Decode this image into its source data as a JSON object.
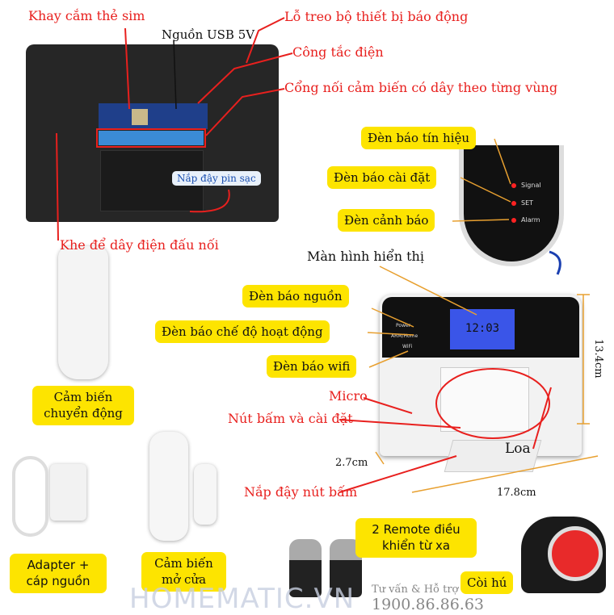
{
  "labels": {
    "sim_tray": "Khay cắm thẻ sim",
    "usb_power": "Nguồn USB 5V",
    "hanging_hole": "Lỗ treo bộ thiết bị báo động",
    "power_switch": "Công tắc điện",
    "wired_port": "Cổng nối cảm biến có dây theo từng vùng",
    "battery_cover": "Nắp đậy pin sạc",
    "wire_slot": "Khe để dây điện đấu nối",
    "signal_led": "Đèn báo tín hiệu",
    "set_led": "Đèn báo cài đặt",
    "alarm_led": "Đèn cảnh báo",
    "display": "Màn hình hiển thị",
    "power_led": "Đèn báo nguồn",
    "mode_led": "Đèn báo chế độ hoạt động",
    "wifi_led": "Đèn báo wifi",
    "micro": "Micro",
    "keypad": "Nút bấm và cài đặt",
    "speaker": "Loa",
    "keypad_cover": "Nắp đậy nút bấm",
    "motion_sensor": "Cảm biến chuyển động",
    "adapter": "Adapter + cáp nguồn",
    "door_sensor": "Cảm biến mở cửa",
    "remotes": "2 Remote điều khiển từ xa",
    "siren": "Còi hú"
  },
  "dimensions": {
    "depth": "2.7cm",
    "height": "13.4cm",
    "width": "17.8cm"
  },
  "device_panel": {
    "signal": "Signal",
    "set": "SET",
    "alarm": "Alarm",
    "power": "Power",
    "arm": "ARM/Home",
    "wifi": "WiFi",
    "clock": "12:03"
  },
  "branding": {
    "logo": "HOMEMATIC.VN",
    "support": "Tư vấn & Hỗ trợ",
    "hotline": "1900.86.86.63"
  },
  "colors": {
    "label_red": "#e8201e",
    "highlight_yellow": "#fde400",
    "dimension_orange": "#e8a030",
    "lcd_blue": "#3a55e8"
  }
}
